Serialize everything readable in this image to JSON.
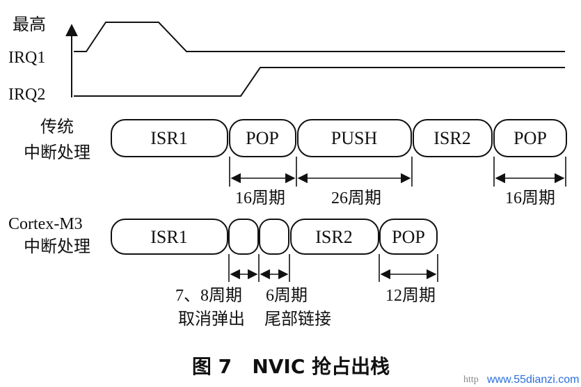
{
  "levels": {
    "highest": "最高",
    "irq1": "IRQ1",
    "irq2": "IRQ2"
  },
  "traditional": {
    "label_line1": "传统",
    "label_line2": "中断处理",
    "boxes": [
      "ISR1",
      "POP",
      "PUSH",
      "ISR2",
      "POP"
    ],
    "cycles": [
      "16周期",
      "26周期",
      "16周期"
    ]
  },
  "cortex": {
    "label_line1": "Cortex-M3",
    "label_line2": "中断处理",
    "boxes": [
      "ISR1",
      "ISR2",
      "POP"
    ],
    "cycles": [
      "7、8周期",
      "6周期",
      "12周期"
    ],
    "notes": [
      "取消弹出",
      "尾部链接"
    ]
  },
  "caption": "图 7   NVIC 抢占出栈",
  "watermark": {
    "http": "http",
    "site": "www.55dianzi.com"
  },
  "colors": {
    "ink": "#111111",
    "watermark": "#2a6fdb"
  }
}
